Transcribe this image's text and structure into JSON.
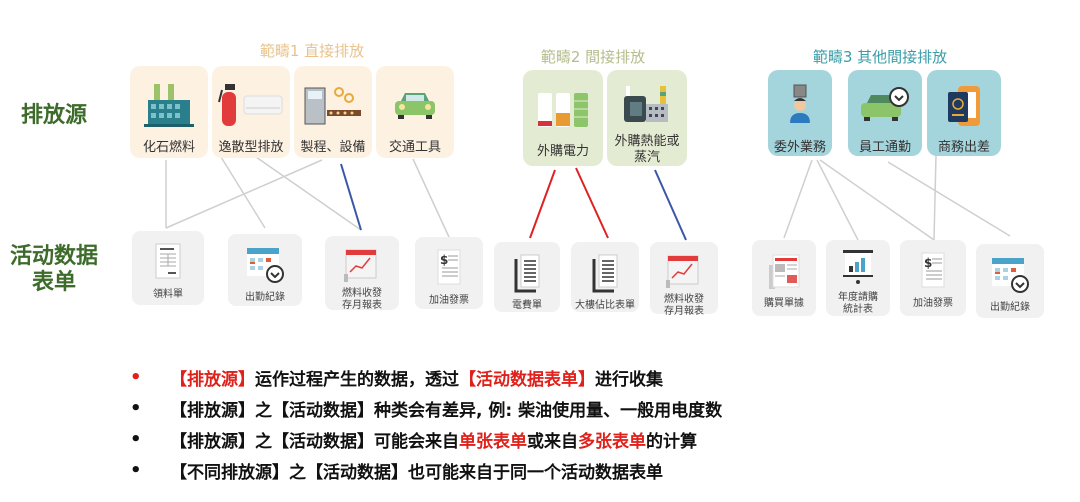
{
  "row_labels": {
    "sources": "排放源",
    "forms_line1": "活动数据",
    "forms_line2": "表单"
  },
  "scopes": [
    {
      "title": "範疇1 直接排放",
      "color": "#e9c38c",
      "box_color": "#fdf1e2",
      "sources": [
        {
          "label": "化石燃料",
          "icon": "factory-icon"
        },
        {
          "label": "逸散型排放",
          "icon": "fire-extinguisher-icon"
        },
        {
          "label": "製程、設備",
          "icon": "machine-conveyor-icon"
        },
        {
          "label": "交通工具",
          "icon": "car-icon"
        }
      ]
    },
    {
      "title": "範疇2 間接排放",
      "color": "#b8c08e",
      "box_color": "#e4ebd3",
      "sources": [
        {
          "label": "外購電力",
          "icon": "battery-icon"
        },
        {
          "label": "外購熱能或",
          "label2": "蒸汽",
          "icon": "power-plant-icon"
        }
      ]
    },
    {
      "title": "範疇3 其他間接排放",
      "color": "#3a9da8",
      "box_color": "#a5d5dc",
      "sources": [
        {
          "label": "委外業務",
          "icon": "worker-icon"
        },
        {
          "label": "員工通勤",
          "icon": "car-clock-icon"
        },
        {
          "label": "商務出差",
          "icon": "passport-phone-icon"
        }
      ]
    }
  ],
  "forms": [
    {
      "label": "領料單",
      "icon": "document-icon"
    },
    {
      "label": "出勤紀錄",
      "icon": "calendar-clock-icon"
    },
    {
      "label": "燃料收發",
      "label2": "存月報表",
      "icon": "calendar-chart-icon"
    },
    {
      "label": "加油發票",
      "icon": "receipt-dollar-icon"
    },
    {
      "label": "電費單",
      "icon": "bill-icon"
    },
    {
      "label": "大樓佔比表單",
      "icon": "bill-icon"
    },
    {
      "label": "燃料收發",
      "label2": "存月報表",
      "icon": "calendar-chart-icon"
    },
    {
      "label": "購買單據",
      "icon": "purchase-doc-icon"
    },
    {
      "label": "年度請購",
      "label2": "統計表",
      "icon": "presentation-icon"
    },
    {
      "label": "加油發票",
      "icon": "receipt-dollar-icon"
    },
    {
      "label": "出勤紀錄",
      "icon": "calendar-clock-icon"
    }
  ],
  "connections": [
    {
      "from": "化石燃料",
      "to": "領料單",
      "color": "#cccccc"
    },
    {
      "from": "逸散型排放",
      "to": "出勤紀錄",
      "color": "#cccccc"
    },
    {
      "from": "逸散型排放",
      "to": "燃料收發存月報表",
      "color": "#cccccc"
    },
    {
      "from": "製程、設備",
      "to": "領料單",
      "color": "#cccccc"
    },
    {
      "from": "製程、設備",
      "to": "燃料收發存月報表",
      "color": "#3355aa"
    },
    {
      "from": "交通工具",
      "to": "加油發票",
      "color": "#cccccc"
    },
    {
      "from": "外購電力",
      "to": "電費單",
      "color": "#dd2222"
    },
    {
      "from": "外購電力",
      "to": "大樓佔比表單",
      "color": "#dd2222"
    },
    {
      "from": "外購熱能或蒸汽",
      "to": "燃料收發存月報表",
      "color": "#3355aa"
    },
    {
      "from": "委外業務",
      "to": "購買單據",
      "color": "#cccccc"
    },
    {
      "from": "委外業務",
      "to": "年度請購統計表",
      "color": "#cccccc"
    },
    {
      "from": "委外業務",
      "to": "加油發票",
      "color": "#cccccc"
    },
    {
      "from": "員工通勤",
      "to": "出勤紀錄",
      "color": "#cccccc"
    },
    {
      "from": "商務出差",
      "to": "加油發票",
      "color": "#cccccc"
    }
  ],
  "bullets": [
    {
      "dot_color": "#e0201a",
      "parts": [
        {
          "text": "【排放源】",
          "red": true
        },
        {
          "text": "运作过程产生的数据，透过",
          "red": false
        },
        {
          "text": "【活动数据表单】",
          "red": true
        },
        {
          "text": "进行收集",
          "red": false
        }
      ]
    },
    {
      "dot_color": "#111111",
      "parts": [
        {
          "text": "【排放源】之【活动数据】种类会有差异, 例: 柴油使用量、一般用电度数",
          "red": false
        }
      ]
    },
    {
      "dot_color": "#111111",
      "parts": [
        {
          "text": "【排放源】之【活动数据】可能会来自",
          "red": false
        },
        {
          "text": "单张表单",
          "red": true
        },
        {
          "text": "或来自",
          "red": false
        },
        {
          "text": "多张表单",
          "red": true
        },
        {
          "text": "的计算",
          "red": false
        }
      ]
    },
    {
      "dot_color": "#111111",
      "parts": [
        {
          "text": "【不同排放源】之【活动数据】也可能来自于同一个活动数据表单",
          "red": false
        }
      ]
    }
  ]
}
